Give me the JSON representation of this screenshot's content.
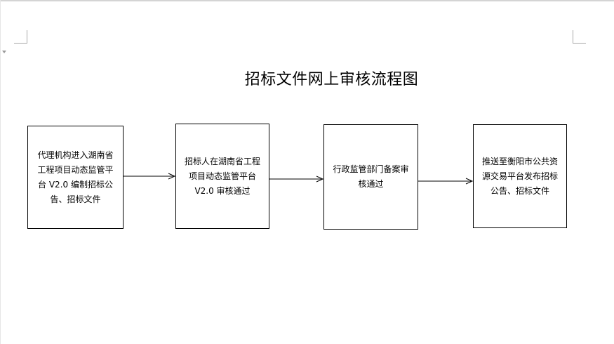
{
  "document": {
    "title": "招标文件网上审核流程图"
  },
  "flow": {
    "steps": [
      {
        "text": "代理机构进入湖南省工程项目动态监管平台 V2.0 编制招标公告、招标文件"
      },
      {
        "text": "招标人在湖南省工程项目动态监管平台 V2.0 审核通过"
      },
      {
        "text": "行政监管部门备案审核通过"
      },
      {
        "text": "推送至衡阳市公共资源交易平台发布招标公告、招标文件"
      }
    ]
  }
}
